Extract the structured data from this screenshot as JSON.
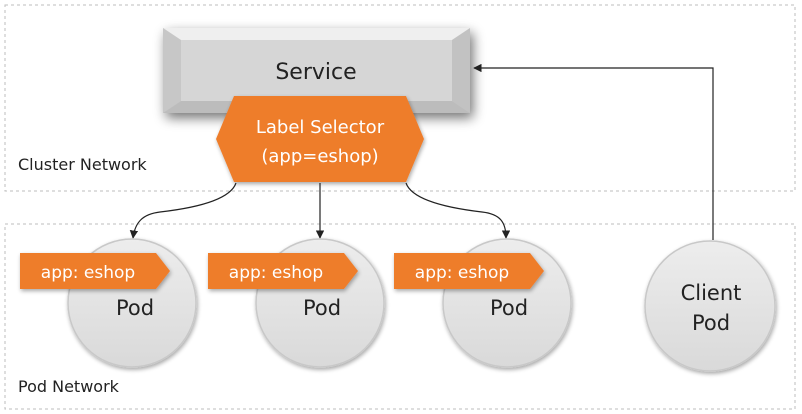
{
  "cluster_network": {
    "label": "Cluster Network"
  },
  "pod_network": {
    "label": "Pod Network"
  },
  "service": {
    "label": "Service"
  },
  "label_selector": {
    "line1": "Label Selector",
    "line2": "(app=eshop)"
  },
  "pods": [
    {
      "tag": "app: eshop",
      "label": "Pod"
    },
    {
      "tag": "app: eshop",
      "label": "Pod"
    },
    {
      "tag": "app: eshop",
      "label": "Pod"
    }
  ],
  "client_pod": {
    "line1": "Client",
    "line2": "Pod"
  },
  "colors": {
    "orange": "#ee7d2b",
    "service_gray": "#d6d6d6",
    "pod_gray": "#e2e2e2",
    "dashed": "#bdbdbd"
  }
}
